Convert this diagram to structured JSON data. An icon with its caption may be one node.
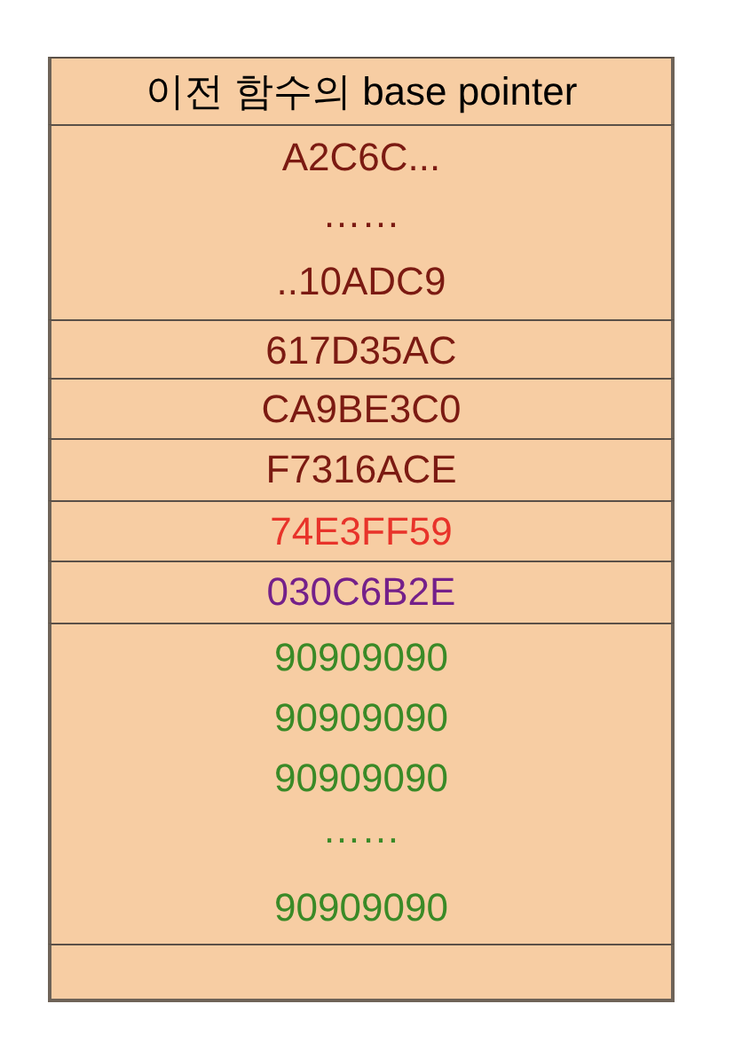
{
  "diagram": {
    "nodes": [
      {
        "text": [
          "이전 함수의 base pointer"
        ]
      },
      {
        "text": [
          "A2C6C...",
          "……",
          "..10ADC9"
        ]
      },
      {
        "text": [
          "617D35AC"
        ]
      },
      {
        "text": [
          "CA9BE3C0"
        ]
      },
      {
        "text": [
          "F7316ACE"
        ]
      },
      {
        "text": [
          "74E3FF59"
        ]
      },
      {
        "text": [
          "030C6B2E"
        ]
      },
      {
        "text": [
          "90909090",
          "90909090",
          "90909090",
          "……",
          "90909090"
        ]
      },
      {
        "text": [],
        "shape": "box"
      }
    ]
  }
}
